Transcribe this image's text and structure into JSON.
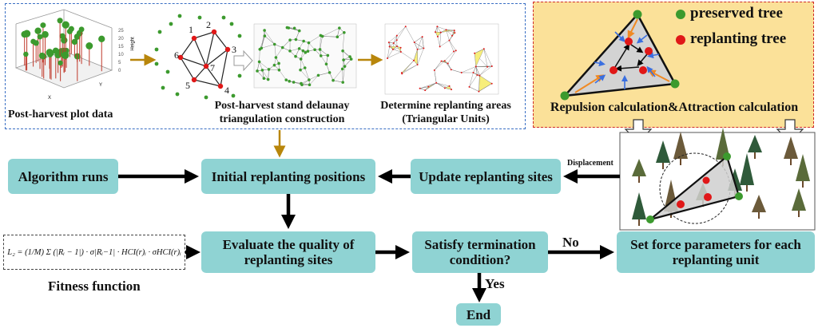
{
  "top_panel": {
    "plot_label": "Post-harvest plot data",
    "delaunay_label": "Post-harvest stand delaunay triangulation construction",
    "replant_area_label": "Determine replanting areas (Triangular Units)",
    "triangle_vertex_numbers": [
      "1",
      "2",
      "3",
      "4",
      "5",
      "6",
      "7"
    ],
    "plot_axis_labels": [
      "Height",
      "X",
      "Y"
    ]
  },
  "force_panel": {
    "legend_preserved": "preserved tree",
    "legend_replanting": "replanting tree",
    "caption": "Repulsion calculation&Attraction calculation",
    "colors": {
      "preserved": "#3c9a2e",
      "replanting": "#e01818",
      "attraction": "#f08a24",
      "repulsion": "#3a6fe0"
    }
  },
  "scene_panel": {
    "displacement_label": "Displacement"
  },
  "flow": {
    "algorithm_runs": "Algorithm runs",
    "initial_positions": "Initial replanting positions",
    "update_sites": "Update replanting sites",
    "evaluate_quality": "Evaluate the quality of replanting sites",
    "satisfy_termination": "Satisfy termination condition?",
    "set_force": "Set force parameters for each replanting unit",
    "end": "End",
    "yes_label": "Yes",
    "no_label": "No"
  },
  "fitness": {
    "formula_main": "L₂ = (1/M) Σ (|Rᵢ − 1|) · σ|Rᵢ−1| · HCI(r)ᵢ · σHCI(r)ᵢ",
    "caption": "Fitness function"
  },
  "colors": {
    "node_fill": "#8fd3d3",
    "gold_arrow": "#b8860b",
    "black_arrow": "#000000"
  }
}
